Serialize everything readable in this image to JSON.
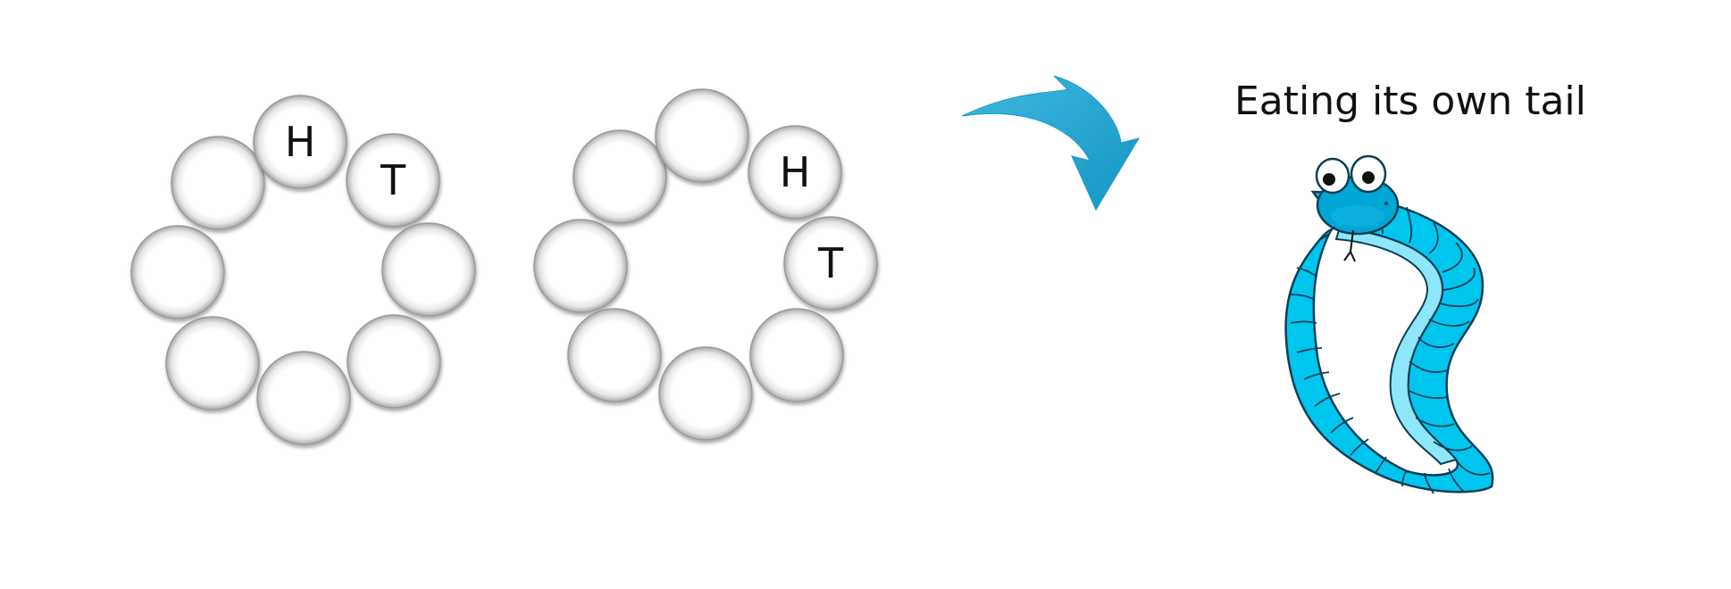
{
  "buffers": [
    {
      "slots": [
        "",
        "",
        "H",
        "T",
        "",
        "",
        "",
        ""
      ]
    },
    {
      "slots": [
        "",
        "",
        "",
        "H",
        "T",
        "",
        "",
        ""
      ]
    }
  ],
  "snake": {
    "caption": "Eating its own tail",
    "body_color": "#00c6ef",
    "belly_color": "#8ee6fb",
    "head_color": "#00a7d6"
  },
  "arrow": {
    "color": "#1ea7d3"
  },
  "icons": [
    "rotation-arrow-icon",
    "snake-illustration"
  ]
}
